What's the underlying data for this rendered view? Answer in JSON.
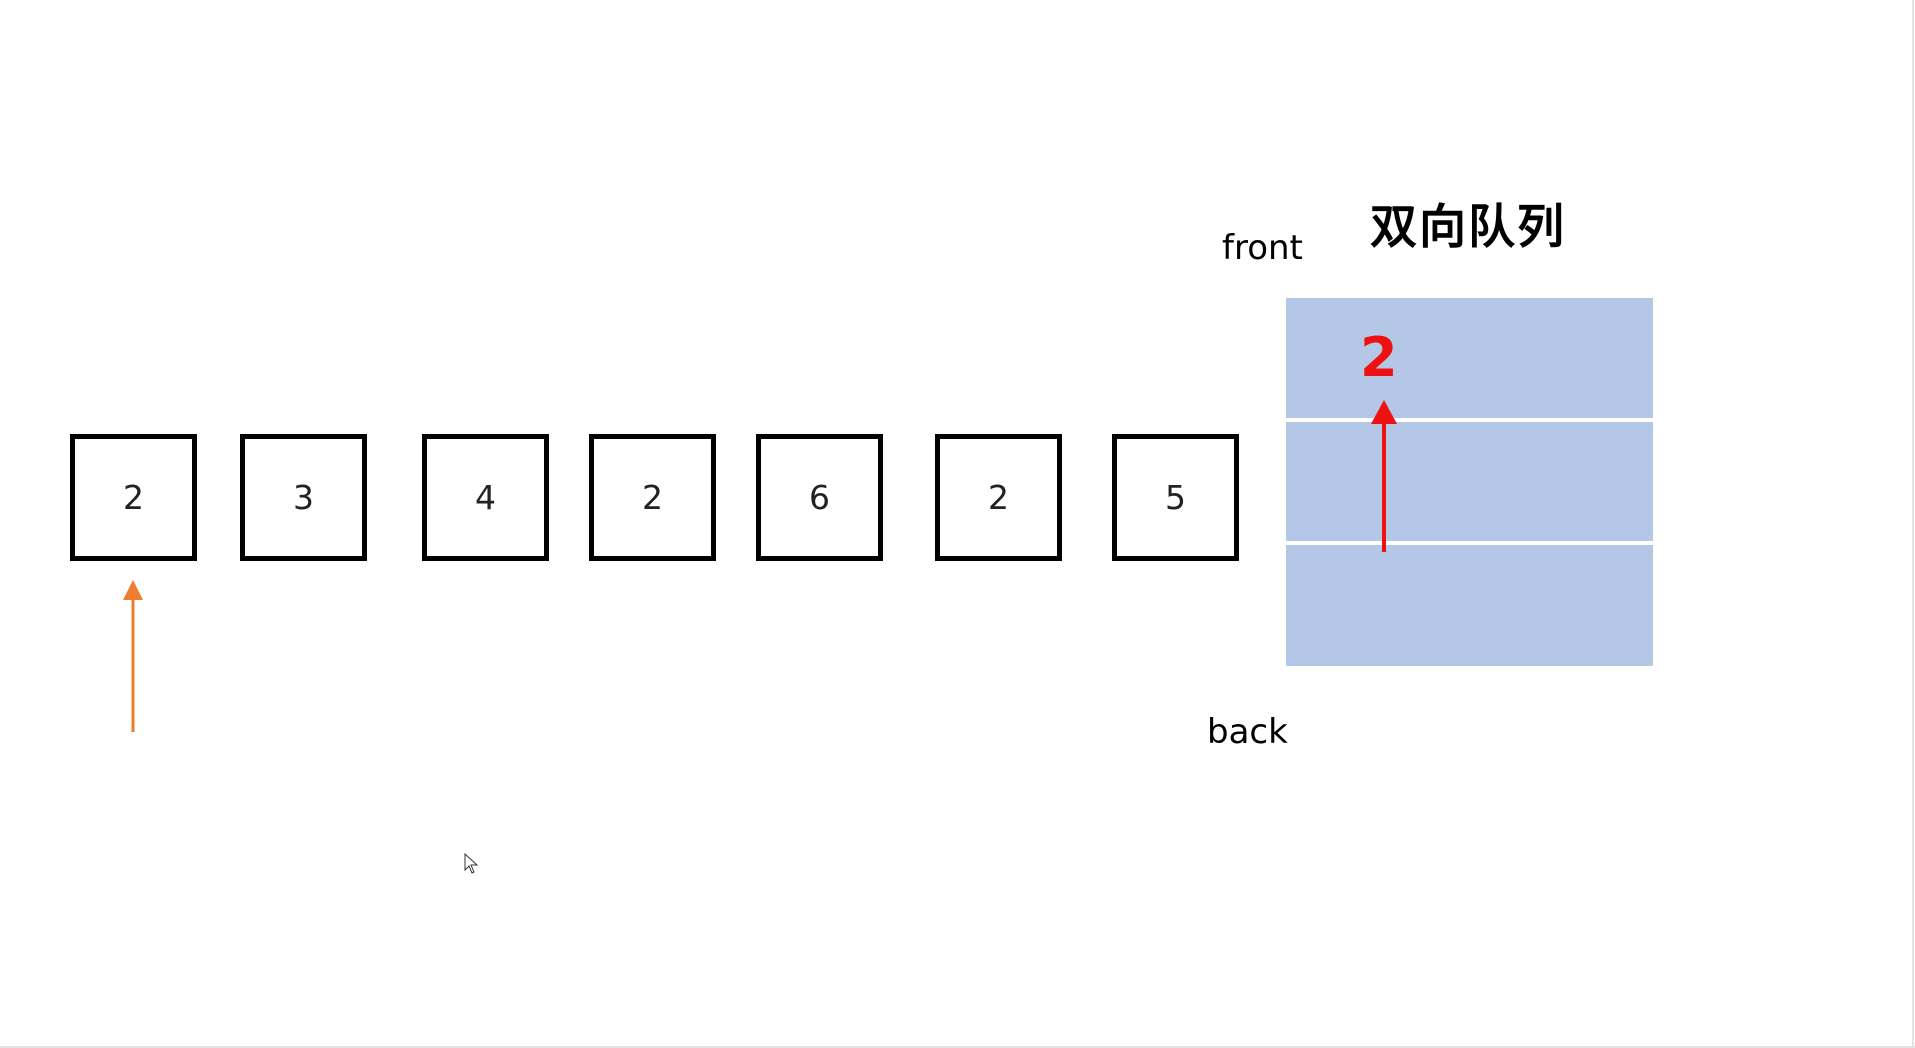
{
  "title": "双向队列",
  "labels": {
    "front": "front",
    "back": "back"
  },
  "array": {
    "items": [
      "2",
      "3",
      "4",
      "2",
      "6",
      "2",
      "5"
    ],
    "pointer_index": 0
  },
  "deque": {
    "slot_count": 3,
    "front_value": "2"
  },
  "colors": {
    "box_border": "#000000",
    "deque_fill": "#b4c7e7",
    "push_arrow": "#ee1111",
    "pointer_arrow": "#ed7d31"
  },
  "icons": {
    "pointer_arrow": "arrow-up-icon",
    "push_arrow": "arrow-up-icon",
    "cursor": "mouse-cursor-icon"
  }
}
